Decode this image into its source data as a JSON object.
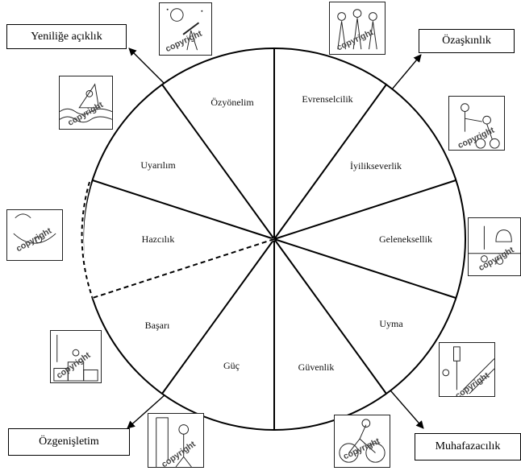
{
  "corners": {
    "top_left": "Yeniliğe açıklık",
    "top_right": "Özaşkınlık",
    "bottom_left": "Özgenişletim",
    "bottom_right": "Muhafazacılık"
  },
  "segments": [
    "Özyönelim",
    "Evrenselcilik",
    "İyilikseverlik",
    "Geleneksellik",
    "Uyma",
    "Güvenlik",
    "Güç",
    "Başarı",
    "Hazcılık",
    "Uyarılım"
  ],
  "watermark": "copyright",
  "thumbnails": [
    "stargazer-telescope-illustration",
    "group-of-people-illustration",
    "helping-person-up-illustration",
    "windsurfer-illustration",
    "mosque-and-family-illustration",
    "hammock-relaxing-illustration",
    "crosswalk-traffic-light-illustration",
    "winners-podium-illustration",
    "guard-at-gate-illustration",
    "cyclist-with-helmet-illustration"
  ],
  "colors": {
    "line": "#000000",
    "background": "#ffffff"
  }
}
